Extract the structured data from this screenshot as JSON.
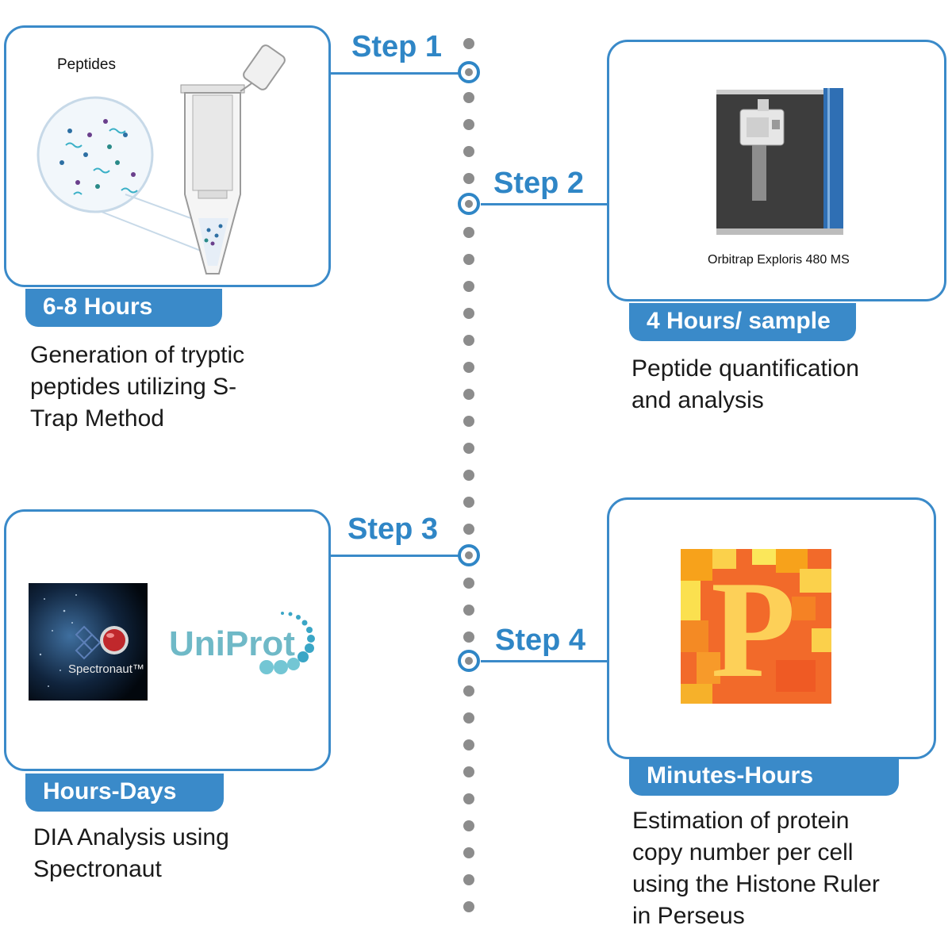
{
  "steps": [
    {
      "label": "Step 1",
      "time": "6-8 Hours",
      "description": [
        "Generation of tryptic",
        "peptides utilizing S-",
        "Trap Method"
      ],
      "image_label": "Peptides"
    },
    {
      "label": "Step 2",
      "time": "4 Hours/ sample",
      "description": [
        "Peptide quantification",
        "and analysis"
      ],
      "image_label": "Orbitrap Exploris 480 MS"
    },
    {
      "label": "Step 3",
      "time": "Hours-Days",
      "description": [
        "DIA Analysis using",
        "Spectronaut"
      ],
      "logos": [
        "Spectronaut™",
        "UniProt"
      ]
    },
    {
      "label": "Step 4",
      "time": "Minutes-Hours",
      "description": [
        "Estimation of protein",
        "copy number per cell",
        "using the Histone Ruler",
        "in Perseus"
      ]
    }
  ],
  "colors": {
    "accent": "#3a8ac9",
    "timeline_dot": "#8c8c8c"
  }
}
